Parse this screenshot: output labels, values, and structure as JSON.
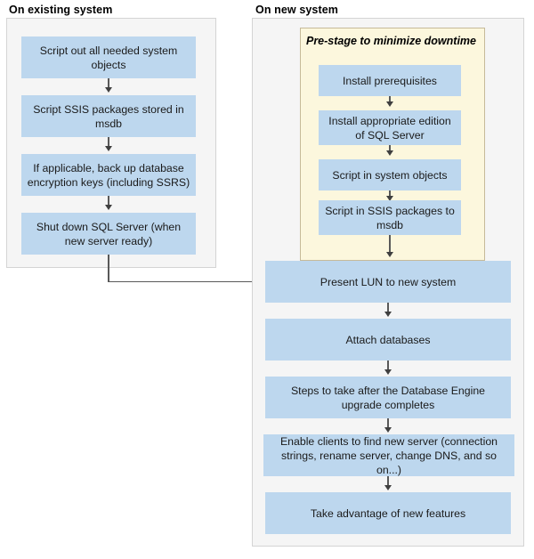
{
  "diagram": {
    "title_existing": "On existing system",
    "title_new": "On new system",
    "prestage_title": "Pre-stage to minimize downtime",
    "colors": {
      "node_fill": "#bdd7ee",
      "panel_fill": "#f5f5f5",
      "panel_border": "#d4d4d4",
      "prestage_fill": "#fcf7dd",
      "prestage_border": "#c6ba99",
      "connector": "#595959",
      "text": "#1a1a1a"
    }
  },
  "existing_steps": [
    {
      "label": "Script out all needed system objects"
    },
    {
      "label": "Script SSIS packages stored in msdb"
    },
    {
      "label": "If applicable, back up database encryption keys (including SSRS)"
    },
    {
      "label": "Shut down SQL Server (when new server ready)"
    }
  ],
  "prestage_steps": [
    {
      "label": "Install prerequisites"
    },
    {
      "label": "Install appropriate edition of SQL Server"
    },
    {
      "label": "Script in system objects"
    },
    {
      "label": "Script in SSIS packages to msdb"
    }
  ],
  "new_steps": [
    {
      "label": "Present LUN to new system"
    },
    {
      "label": "Attach databases"
    },
    {
      "label": "Steps to take after the Database Engine upgrade completes"
    },
    {
      "label": "Enable clients to find new server (connection strings, rename server, change DNS, and so on...)"
    },
    {
      "label": "Take advantage of new features"
    }
  ]
}
